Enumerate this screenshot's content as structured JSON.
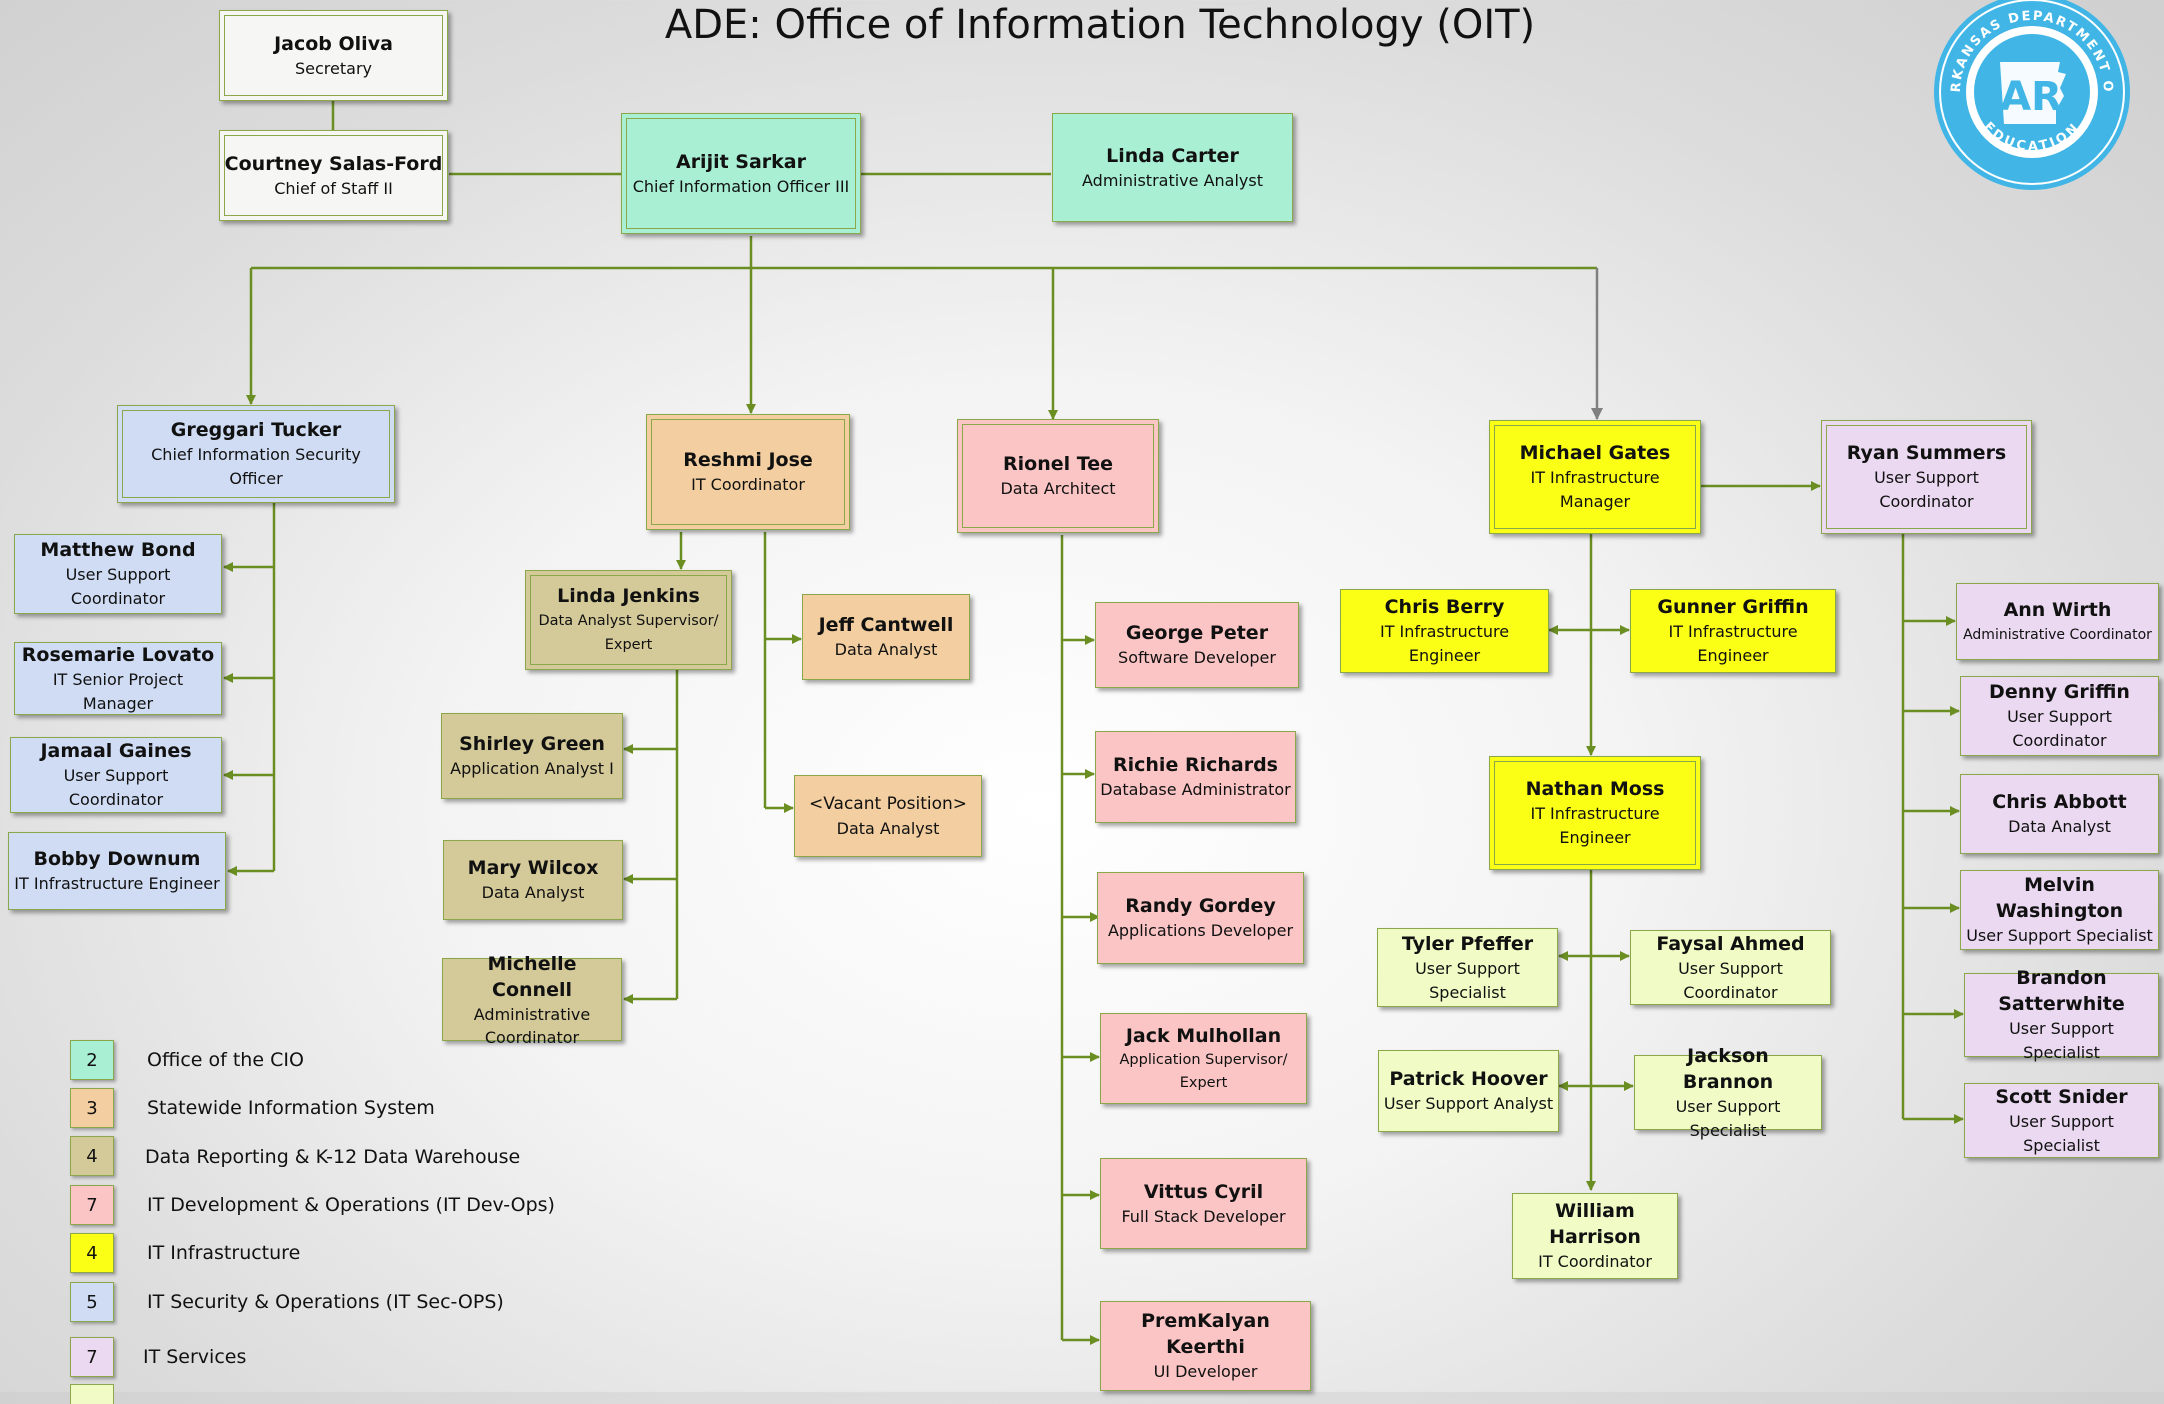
{
  "title": "ADE: Office of Information Technology (OIT)",
  "logo": {
    "ring_text_top": "ARKANSAS DEPARTMENT OF",
    "ring_text_bottom": "EDUCATION",
    "mark": "AR",
    "color": "#41b6e6"
  },
  "colors": {
    "cio": "#a9efd3",
    "sis": "#f2cea0",
    "data_reporting": "#d4c998",
    "devops": "#fbc5c5",
    "infrastructure": "#fbff16",
    "secops": "#cfdcf3",
    "services": "#ead9f1",
    "support": "#f1fbc6",
    "connector": "#6b8e23"
  },
  "people": {
    "oliva": {
      "name": "Jacob Oliva",
      "title": "Secretary"
    },
    "salas": {
      "name": "Courtney Salas-Ford",
      "title": "Chief of Staff II"
    },
    "sarkar": {
      "name": "Arijit Sarkar",
      "title": "Chief Information Officer III"
    },
    "carter": {
      "name": "Linda Carter",
      "title": "Administrative Analyst"
    },
    "tucker": {
      "name": "Greggari Tucker",
      "title": "Chief Information Security Officer"
    },
    "bond": {
      "name": "Matthew Bond",
      "title": "User Support Coordinator"
    },
    "lovato": {
      "name": "Rosemarie Lovato",
      "title": "IT Senior Project Manager"
    },
    "gaines": {
      "name": "Jamaal Gaines",
      "title": "User Support Coordinator"
    },
    "downum": {
      "name": "Bobby Downum",
      "title": "IT Infrastructure Engineer"
    },
    "jose": {
      "name": "Reshmi Jose",
      "title": "IT Coordinator"
    },
    "jenkins": {
      "name": "Linda Jenkins",
      "title": "Data Analyst Supervisor/ Expert"
    },
    "cantwell": {
      "name": "Jeff Cantwell",
      "title": "Data Analyst"
    },
    "vacant": {
      "name": "<Vacant Position>",
      "title": "Data Analyst"
    },
    "green": {
      "name": "Shirley Green",
      "title": "Application Analyst I"
    },
    "wilcox": {
      "name": "Mary Wilcox",
      "title": "Data Analyst"
    },
    "connell": {
      "name": "Michelle Connell",
      "title": "Administrative Coordinator"
    },
    "tee": {
      "name": "Rionel Tee",
      "title": "Data Architect"
    },
    "peter": {
      "name": "George Peter",
      "title": "Software Developer"
    },
    "richards": {
      "name": "Richie Richards",
      "title": "Database Administrator"
    },
    "gordey": {
      "name": "Randy Gordey",
      "title": "Applications Developer"
    },
    "mulhollan": {
      "name": "Jack Mulhollan",
      "title": "Application Supervisor/ Expert"
    },
    "cyril": {
      "name": "Vittus Cyril",
      "title": "Full Stack Developer"
    },
    "keerthi": {
      "name": "PremKalyan Keerthi",
      "title": "UI Developer"
    },
    "gates": {
      "name": "Michael Gates",
      "title": "IT Infrastructure Manager"
    },
    "berry": {
      "name": "Chris Berry",
      "title": "IT Infrastructure Engineer"
    },
    "griffin_g": {
      "name": "Gunner Griffin",
      "title": "IT Infrastructure Engineer"
    },
    "moss": {
      "name": "Nathan Moss",
      "title": "IT Infrastructure Engineer"
    },
    "pfeffer": {
      "name": "Tyler Pfeffer",
      "title": "User Support Specialist"
    },
    "ahmed": {
      "name": "Faysal Ahmed",
      "title": "User Support Coordinator"
    },
    "hoover": {
      "name": "Patrick Hoover",
      "title": "User Support Analyst"
    },
    "brannon": {
      "name": "Jackson Brannon",
      "title": "User Support Specialist"
    },
    "harrison": {
      "name": "William Harrison",
      "title": "IT Coordinator"
    },
    "summers": {
      "name": "Ryan Summers",
      "title": "User Support Coordinator"
    },
    "wirth": {
      "name": "Ann Wirth",
      "title": "Administrative Coordinator"
    },
    "griffin_d": {
      "name": "Denny Griffin",
      "title": "User Support Coordinator"
    },
    "abbott": {
      "name": "Chris Abbott",
      "title": "Data Analyst"
    },
    "washington": {
      "name": "Melvin Washington",
      "title": "User Support Specialist"
    },
    "satterwhite": {
      "name": "Brandon Satterwhite",
      "title": "User Support Specialist"
    },
    "snider": {
      "name": "Scott Snider",
      "title": "User Support Specialist"
    }
  },
  "legend": [
    {
      "count": "2",
      "label": "Office of the CIO",
      "color": "#a9efd3"
    },
    {
      "count": "3",
      "label": "Statewide Information System",
      "color": "#f2cea0"
    },
    {
      "count": "4",
      "label": "Data Reporting & K-12 Data Warehouse",
      "color": "#d4c998"
    },
    {
      "count": "7",
      "label": "IT Development & Operations (IT Dev-Ops)",
      "color": "#fbc5c5"
    },
    {
      "count": "4",
      "label": "IT Infrastructure",
      "color": "#fbff16"
    },
    {
      "count": "5",
      "label": "IT Security & Operations (IT Sec-OPS)",
      "color": "#cfdcf3"
    },
    {
      "count": "7",
      "label": "IT Services",
      "color": "#ead9f1"
    }
  ]
}
